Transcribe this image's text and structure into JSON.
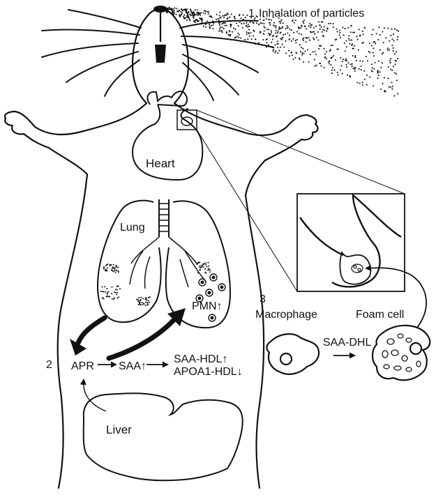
{
  "step1": {
    "number": "1",
    "text": "Inhalation of particles"
  },
  "organs": {
    "heart": "Heart",
    "lung": "Lung",
    "liver": "Liver"
  },
  "step2": {
    "number": "2",
    "apr": "APR",
    "saa": "SAA↑",
    "saa_hdl": "SAA-HDL↑",
    "apoa1_hdl": "APOA1-HDL↓"
  },
  "pmn": "PMN↑",
  "step3": {
    "number": "3",
    "macrophage": "Macrophage",
    "saa_dhl": "SAA-DHL",
    "foam_cell": "Foam cell"
  }
}
